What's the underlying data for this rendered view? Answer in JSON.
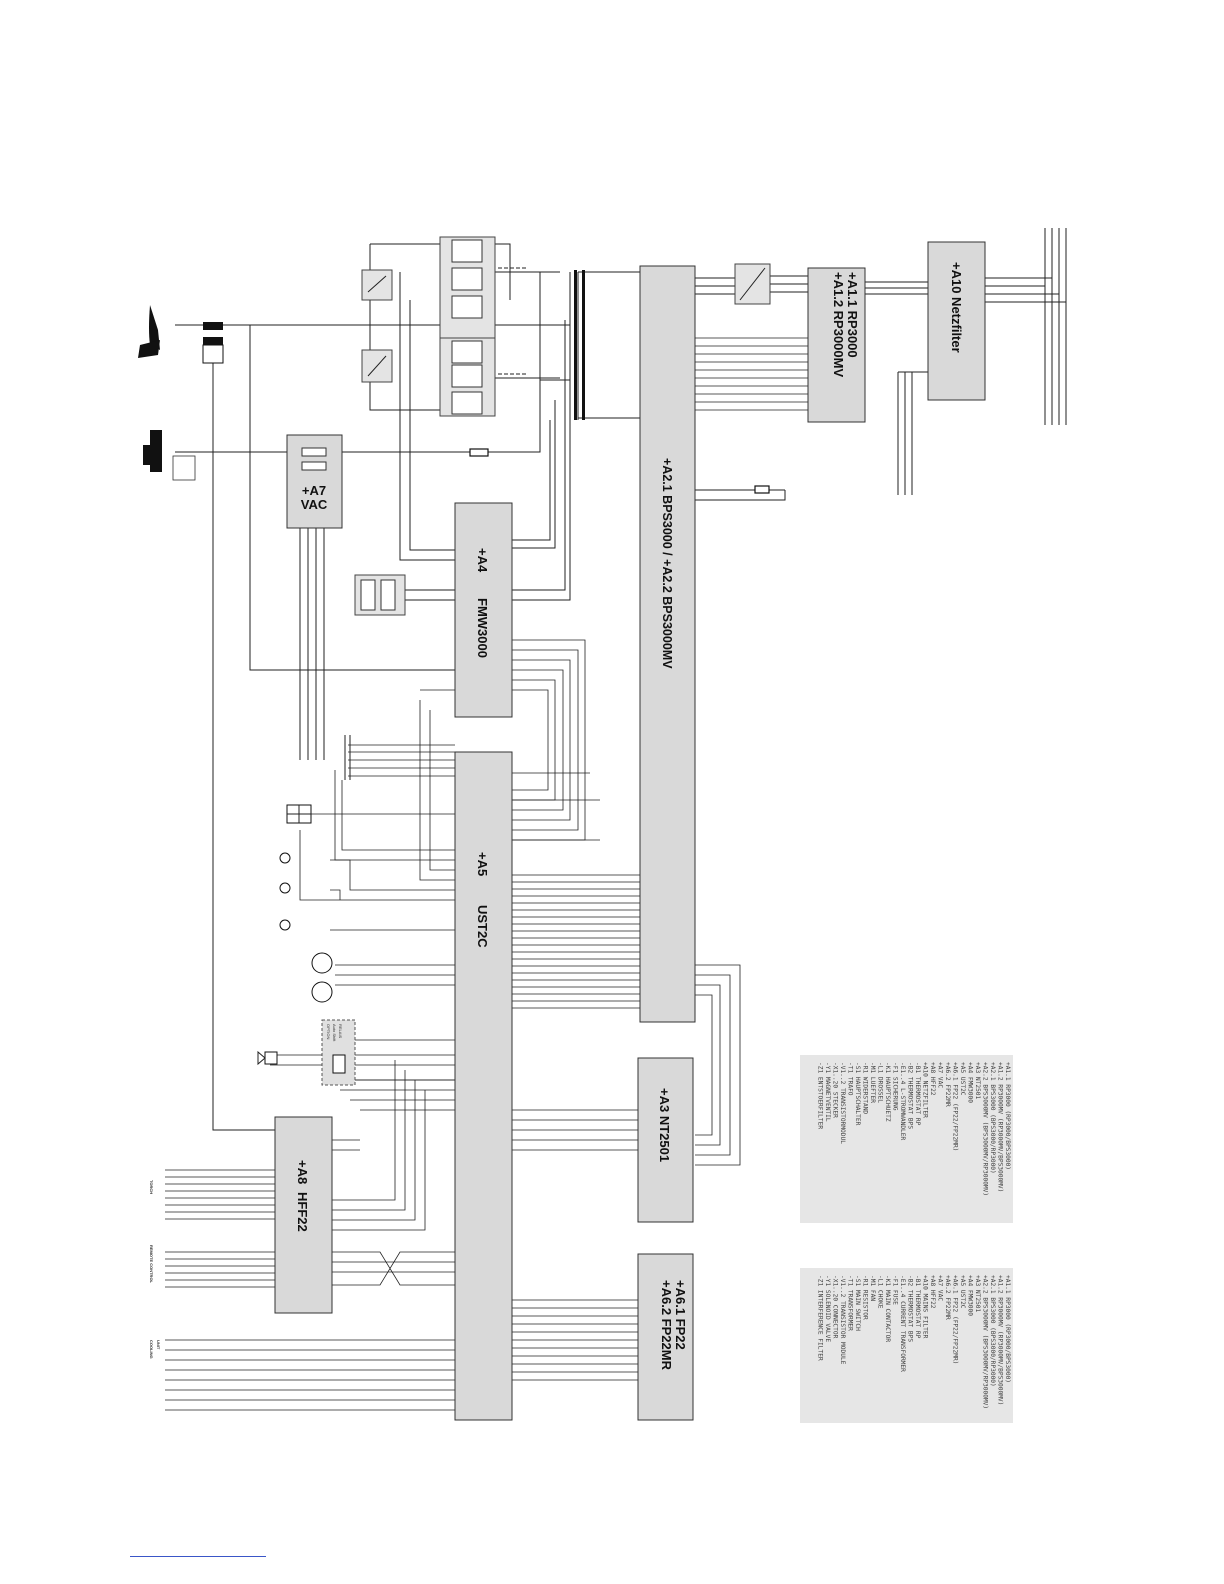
{
  "modules": {
    "a1": [
      "+A1.1  RP3000",
      "+A1.2  RP3000MV"
    ],
    "a10": "+A10  Netzfilter",
    "a2": "+A2.1   BPS3000    /    +A2.2   BPS3000MV",
    "a4": [
      "+A4",
      "FMW3000"
    ],
    "a5": [
      "+A5",
      "UST2C"
    ],
    "a7": [
      "+A7",
      "VAC"
    ],
    "a8": [
      "+A8",
      "HFF22"
    ],
    "a3": [
      "+A3   NT2501"
    ],
    "a6": [
      "+A6.1   FP22",
      "+A6.2   FP22MR"
    ]
  },
  "external_labels": {
    "torch": "TORCH",
    "remote_control": "REMOTE CONTROL",
    "cooling_unit": [
      "COOLING",
      "UNIT"
    ],
    "option_relay": [
      "OPTION",
      "Auto Shift",
      "RELAIS"
    ]
  },
  "legend_top": [
    "+A1.1  RP3000 (RP3000/BPS3000)",
    "+A1.2  RP3000MV (RP3000MV/BPS3000MV)",
    "+A2.1  BPS3000 (BPS3000/RP3000)",
    "+A2.2  BPS3000MV (BPS3000MV/RP3000MV)",
    "+A3    NT2501",
    "+A4    FMW3000",
    "+A5    UST2C",
    "+A6.1  FP22 (FP22/FP22MR)",
    "+A6.2  FP22MR",
    "+A7    VAC",
    "+A8    HFF22",
    "+A10   NETZFILTER",
    "-B1    THERMOSTAT RP",
    "-B2    THERMOSTAT BPS",
    "-E1..4 L-STROMWANDLER",
    "-F1    SICHERUNG",
    "-K1    HAUPTSCHUETZ",
    "-L1    DROSSEL",
    "-M1    LUEFTER",
    "-R1    WIDERSTAND",
    "-S1    HAUPTSCHALTER",
    "-T1    TRAFO",
    "-V1..2 TRANSISTORMODUL",
    "-X1..20 STECKER",
    "-Y1    MAGNETVENTIL",
    "-Z1    ENTSTOERFILTER"
  ],
  "legend_bottom": [
    "+A1.1  RP3000 (RP3000/BPS3000)",
    "+A1.2  RP3000MV (RP3000MV/BPS3000MV)",
    "+A2.1  BPS3000 (BPS3000/RP3000)",
    "+A2.2  BPS3000MV (BPS3000MV/RP3000MV)",
    "+A3    NT2501",
    "+A4    FMW3000",
    "+A5    UST2C",
    "+A6.1  FP22 (FP22/FP22MR)",
    "+A6.2  FP22MR",
    "+A7    VAC",
    "+A8    HFF22",
    "+A10   MAINS FILTER",
    "-B1    THERMOSTAT RP",
    "-B2    THERMOSTAT BPS",
    "-E1..4 CURRENT TRANSFORMER",
    "-F1    FUSE",
    "-K1    MAIN CONTACTOR",
    "-L1    CHOKE",
    "-M1    FAN",
    "-R1    RESISTOR",
    "-S1    MAIN SWITCH",
    "-T1    TRANSFORMER",
    "-V1..2 TRANSISTOR MODULE",
    "-X1..20 CONNECTOR",
    "-Y1    SOLENOID VALVE",
    "-Z1    INTERFERENCE FILTER"
  ],
  "colors": {
    "module_fill": "#d9d9d9",
    "wire": "#222222",
    "legend_bg": "#e6e6e6"
  }
}
